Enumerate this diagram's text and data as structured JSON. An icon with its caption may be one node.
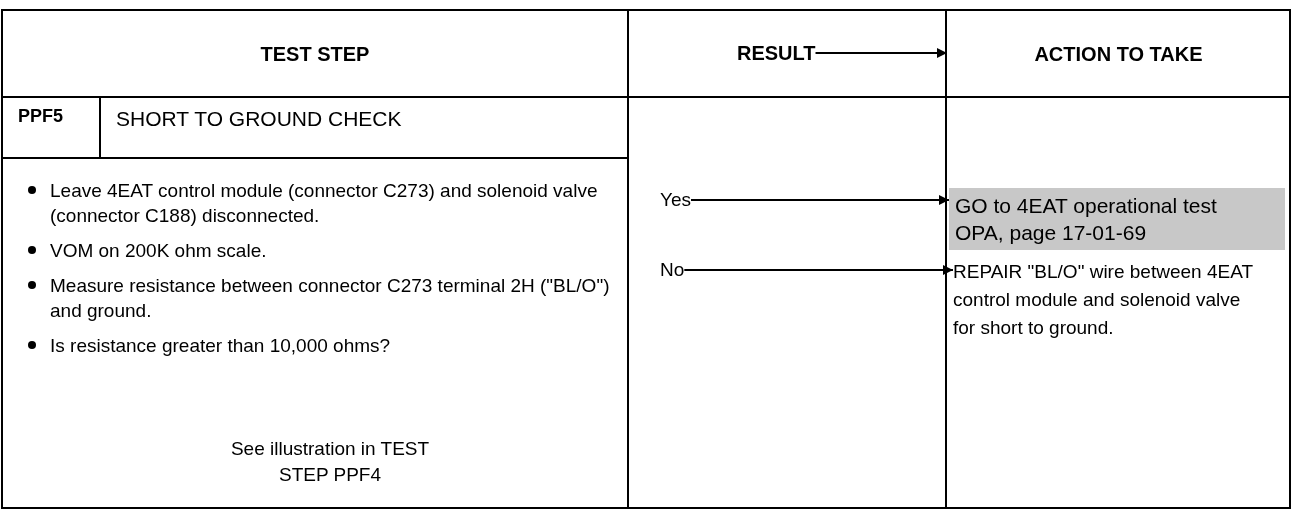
{
  "diagram": {
    "nodes": [
      {
        "text": [
          "TEST STEP"
        ]
      },
      {
        "text": [
          "RESULT"
        ]
      },
      {
        "text": [
          "ACTION TO TAKE"
        ]
      },
      {
        "text": [
          "PPF5"
        ]
      },
      {
        "text": [
          "SHORT TO GROUND CHECK"
        ]
      },
      {
        "text": [
          "Leave 4EAT control module (connector C273) and solenoid valve (connector C188) disconnected.",
          "VOM on 200K ohm scale.",
          "Measure resistance between connector C273 terminal 2H (\"BL/O\") and ground.",
          "Is resistance greater than 10,000 ohms?"
        ]
      },
      {
        "text": [
          "Yes"
        ]
      },
      {
        "text": [
          "No"
        ]
      },
      {
        "text": [
          "GO to 4EAT operational test OPA, page 17-01-69"
        ]
      },
      {
        "text": [
          "REPAIR \"BL/O\" wire between 4EAT control module and solenoid valve for short to ground."
        ]
      }
    ],
    "edges": [
      {
        "from": 1,
        "to": 2,
        "arrow": "to"
      },
      {
        "from": 6,
        "to": 8,
        "arrow": "to"
      },
      {
        "from": 7,
        "to": 9,
        "arrow": "to"
      }
    ],
    "labels": [
      "See illustration in TEST STEP PPF4"
    ]
  }
}
